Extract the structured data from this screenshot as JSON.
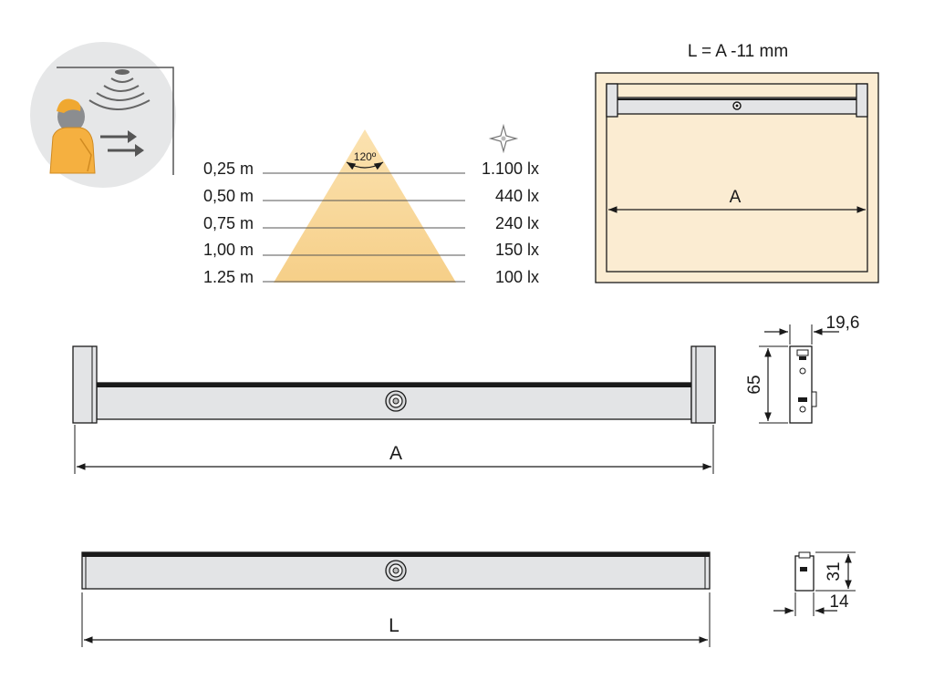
{
  "formula": "L = A -11 mm",
  "angle": "120º",
  "illuminance_table": [
    {
      "distance": "0,25 m",
      "lux": "1.100 lx"
    },
    {
      "distance": "0,50 m",
      "lux": "440 lx"
    },
    {
      "distance": "0,75 m",
      "lux": "240 lx"
    },
    {
      "distance": "1,00 m",
      "lux": "150 lx"
    },
    {
      "distance": "1.25 m",
      "lux": "100 lx"
    }
  ],
  "dimensions": {
    "inside_width_label": "A",
    "frame_width_label": "A",
    "length_label": "L",
    "end_cap_width": "19,6",
    "end_cap_height": "65",
    "profile_height": "31",
    "profile_depth": "14"
  },
  "icons": [
    "motion-sensor-person-icon",
    "light-source-icon"
  ],
  "colors": {
    "light_cone": "#f8d79a",
    "wardrobe_fill": "#fbecd2",
    "profile": "#e3e4e6",
    "line": "#1a1a1a"
  }
}
